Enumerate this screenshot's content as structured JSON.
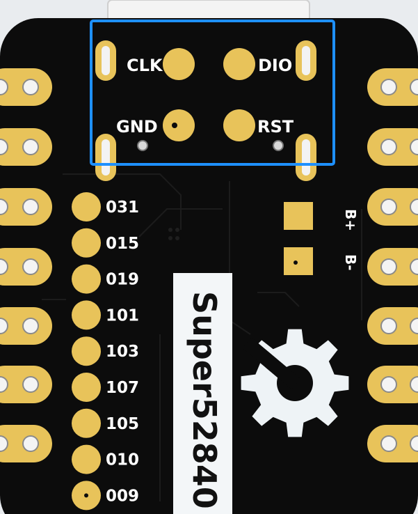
{
  "colors": {
    "board": "#0c0c0c",
    "pad_gold": "#e8c35a",
    "silkscreen": "#ffffff",
    "highlight": "#1e90ff",
    "background": "#e9ecef"
  },
  "swd_header": {
    "highlighted": true,
    "pins": [
      {
        "id": "clk",
        "label": "CLK"
      },
      {
        "id": "dio",
        "label": "DIO"
      },
      {
        "id": "gnd",
        "label": "GND"
      },
      {
        "id": "rst",
        "label": "RST"
      }
    ]
  },
  "io_pads": [
    {
      "label": "031"
    },
    {
      "label": "015"
    },
    {
      "label": "019"
    },
    {
      "label": "101"
    },
    {
      "label": "103"
    },
    {
      "label": "107"
    },
    {
      "label": "105"
    },
    {
      "label": "010"
    },
    {
      "label": "009"
    }
  ],
  "battery_pads": [
    {
      "label": "B+"
    },
    {
      "label": "B-"
    }
  ],
  "brand_label": "Super52840",
  "logo_icon": "open-hardware-gear-icon"
}
